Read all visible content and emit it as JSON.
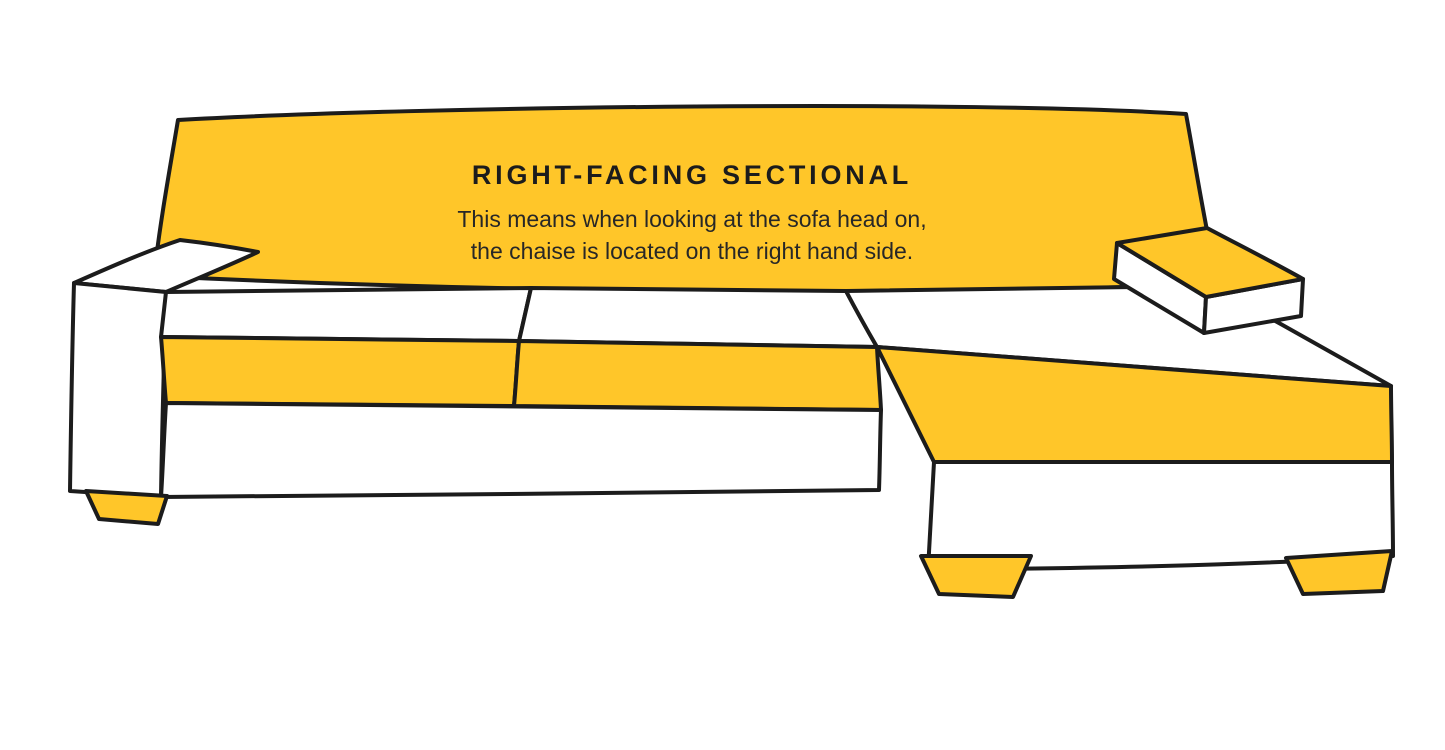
{
  "diagram": {
    "title": "RIGHT-FACING SECTIONAL",
    "subtitle_line1": "This means when looking at the sofa head on,",
    "subtitle_line2": "the chaise is located on the right hand side.",
    "illustration_name": "right-facing-sectional-sofa-sketch"
  },
  "colors": {
    "accent": "#FFC629",
    "outline": "#1c1c1c",
    "cushion": "#ffffff",
    "background": "#ffffff"
  }
}
